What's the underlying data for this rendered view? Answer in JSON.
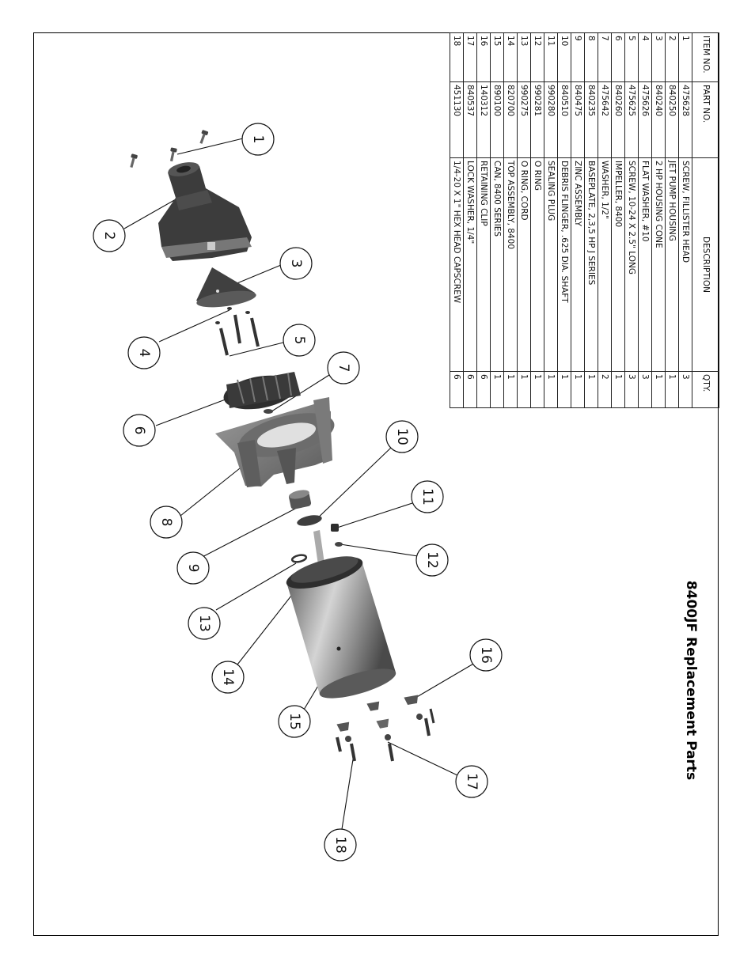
{
  "title": "8400JF Replacement Parts",
  "table": {
    "headers": {
      "item": "ITEM NO.",
      "part": "PART NO.",
      "description": "DESCRIPTION",
      "qty": "QTY."
    },
    "rows": [
      {
        "item": "1",
        "part": "475628",
        "description": "SCREW, FILLISTER HEAD",
        "qty": "3"
      },
      {
        "item": "2",
        "part": "840250",
        "description": "JET PUMP HOUSING",
        "qty": "1"
      },
      {
        "item": "3",
        "part": "840240",
        "description": "2 HP HOUSING CONE",
        "qty": "1"
      },
      {
        "item": "4",
        "part": "475626",
        "description": "FLAT WASHER, #10",
        "qty": "3"
      },
      {
        "item": "5",
        "part": "475625",
        "description": "SCREW, 10-24 X 2.5\" LONG",
        "qty": "3"
      },
      {
        "item": "6",
        "part": "840260",
        "description": "IMPELLER, 8400",
        "qty": "1"
      },
      {
        "item": "7",
        "part": "475642",
        "description": "WASHER, 1/2\"",
        "qty": "2"
      },
      {
        "item": "8",
        "part": "840235",
        "description": "BASEPLATE, 2,3,5 HP J SERIES",
        "qty": "1"
      },
      {
        "item": "9",
        "part": "840475",
        "description": "ZINC ASSEMBLY",
        "qty": "1"
      },
      {
        "item": "10",
        "part": "840510",
        "description": "DEBRIS FLINGER, .625 DIA. SHAFT",
        "qty": "1"
      },
      {
        "item": "11",
        "part": "990280",
        "description": "SEALING PLUG",
        "qty": "1"
      },
      {
        "item": "12",
        "part": "990281",
        "description": "O RING",
        "qty": "1"
      },
      {
        "item": "13",
        "part": "990275",
        "description": "O RING, CORD",
        "qty": "1"
      },
      {
        "item": "14",
        "part": "820700",
        "description": "TOP ASSEMBLY, 8400",
        "qty": "1"
      },
      {
        "item": "15",
        "part": "890100",
        "description": "CAN, 8400 SERIES",
        "qty": "1"
      },
      {
        "item": "16",
        "part": "140312",
        "description": "RETAINING CLIP",
        "qty": "6"
      },
      {
        "item": "17",
        "part": "840537",
        "description": "LOCK WASHER, 1/4\"",
        "qty": "6"
      },
      {
        "item": "18",
        "part": "451130",
        "description": "1/4-20 X 1\" HEX HEAD CAPSCREW",
        "qty": "6"
      }
    ]
  },
  "callouts": [
    "1",
    "2",
    "3",
    "4",
    "5",
    "6",
    "7",
    "8",
    "9",
    "10",
    "11",
    "12",
    "13",
    "14",
    "15",
    "16",
    "17",
    "18"
  ],
  "colors": {
    "part_dark": "#3a3a3a",
    "part_mid": "#6e6e6e",
    "part_light": "#b8b8b8",
    "line": "#111111"
  }
}
